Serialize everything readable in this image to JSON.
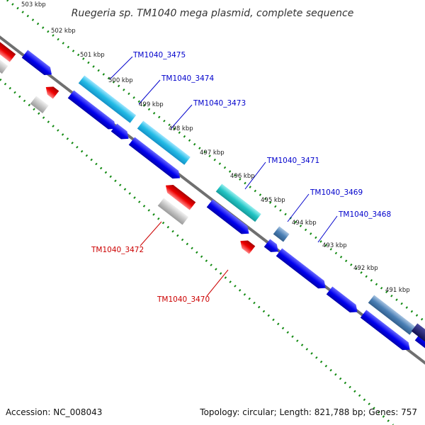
{
  "title": "Ruegeria sp. TM1040 mega plasmid, complete sequence",
  "footer": {
    "accession": "Accession: NC_008043",
    "summary": "Topology: circular; Length: 821,788 bp; Genes: 757"
  },
  "colors": {
    "forward_strand": "#0000ee",
    "reverse_strand": "#ee0000",
    "highlight_cyan": "#22bbe6",
    "highlight_teal": "#22c4c4",
    "steel_blue": "#4a7fb5",
    "pseudo_grey": "#bdbdbd",
    "backbone": "#808080",
    "tick_marks": "#128a12",
    "label_blue": "#0000cc",
    "label_red": "#cc0000"
  },
  "scale_labels": [
    "503 kbp",
    "502 kbp",
    "501 kbp",
    "500 kbp",
    "499 kbp",
    "498 kbp",
    "497 kbp",
    "496 kbp",
    "495 kbp",
    "494 kbp",
    "493 kbp",
    "492 kbp",
    "491 kbp"
  ],
  "gene_labels": {
    "g3475": "TM1040_3475",
    "g3474": "TM1040_3474",
    "g3473": "TM1040_3473",
    "g3472": "TM1040_3472",
    "g3471": "TM1040_3471",
    "g3470": "TM1040_3470",
    "g3469": "TM1040_3469",
    "g3468": "TM1040_3468"
  }
}
